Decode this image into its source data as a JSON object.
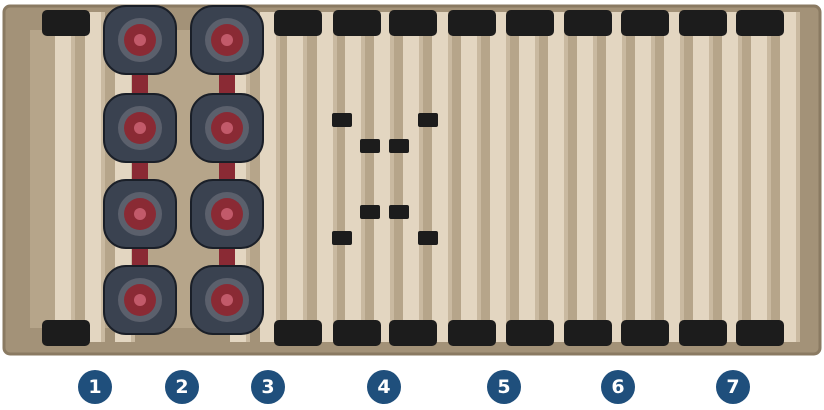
{
  "zones": [
    {
      "label": "1"
    },
    {
      "label": "2"
    },
    {
      "label": "3"
    },
    {
      "label": "4"
    },
    {
      "label": "5"
    },
    {
      "label": "6"
    },
    {
      "label": "7"
    }
  ],
  "colors": {
    "frame": "#a39278",
    "frame_edge": "#8a7a62",
    "slat": "#e3d6c1",
    "slat_shade": "#c9b9a0",
    "cap": "#1c1c1c",
    "spring_shell": "#3a4250",
    "spring_core": "#8a2a34",
    "badge": "#1f4f7c"
  }
}
